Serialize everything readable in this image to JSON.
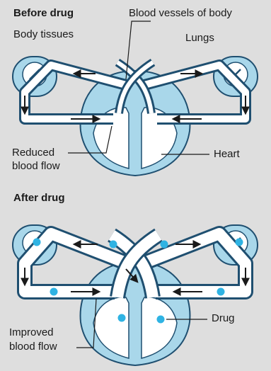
{
  "before": {
    "title": "Before drug",
    "labels": {
      "blood_vessels": "Blood vessels of body",
      "body_tissues": "Body tissues",
      "lungs": "Lungs",
      "reduced_flow_line1": "Reduced",
      "reduced_flow_line2": "blood flow",
      "heart": "Heart"
    }
  },
  "after": {
    "title": "After drug",
    "labels": {
      "drug": "Drug",
      "improved_flow_line1": "Improved",
      "improved_flow_line2": "blood flow"
    }
  },
  "colors": {
    "background": "#dedede",
    "vessel_outline": "#1f4f70",
    "heart_fill": "#a9d7ea",
    "vessel_fill": "#ffffff",
    "drug_particle": "#2fb3e3",
    "text": "#1a1a1a"
  }
}
